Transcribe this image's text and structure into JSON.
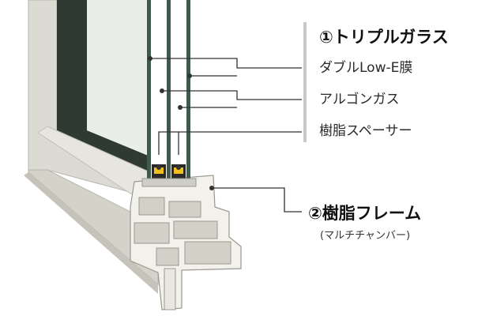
{
  "labels": {
    "triple_glass": "①トリプルガラス",
    "double_low_e": "ダブルLow-E膜",
    "argon_gas": "アルゴンガス",
    "resin_spacer": "樹脂スペーサー",
    "resin_frame": "②樹脂フレーム",
    "multi_chamber": "(マルチチャンバー)"
  },
  "colors": {
    "frame": "#dcdbd3",
    "frame_shadow": "#b9b7ad",
    "glass": "#e9eeea",
    "glass_edge": "#3f5a4a",
    "spacer": "#2a2a2a",
    "desiccant": "#f0c020",
    "leader": "#333333",
    "separator": "#c8c8c8"
  }
}
